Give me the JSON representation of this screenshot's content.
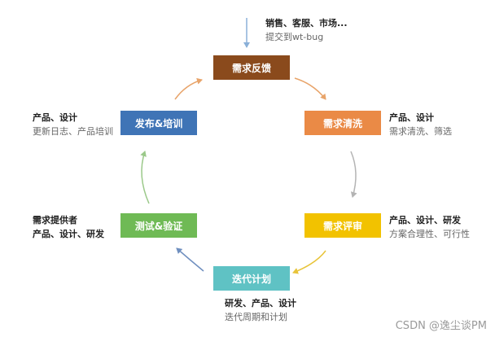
{
  "colors": {
    "feedback": "#8a4a1c",
    "cleanse": "#ea8a46",
    "review": "#f2c200",
    "iteration": "#5fc2c4",
    "test": "#6fba55",
    "release": "#3f74b6",
    "arrow_blue": "#8ab0d8",
    "arrow_orange": "#e8a46a",
    "arrow_gray": "#b4b4b4",
    "arrow_yellow": "#e8c43a",
    "arrow_steel": "#6f8fbf",
    "arrow_green": "#9bc98a"
  },
  "nodes": {
    "feedback": "需求反馈",
    "cleanse": "需求清洗",
    "review": "需求评审",
    "iteration": "迭代计划",
    "test": "测试&验证",
    "release": "发布&培训"
  },
  "notes": {
    "top": {
      "main": "销售、客服、市场...",
      "sub": "提交到wt-bug"
    },
    "cleanse": {
      "main": "产品、设计",
      "sub": "需求清洗、筛选"
    },
    "review": {
      "main": "产品、设计、研发",
      "sub": "方案合理性、可行性"
    },
    "iteration": {
      "main": "研发、产品、设计",
      "sub": "迭代周期和计划"
    },
    "test": {
      "main": "需求提供者",
      "sub": "产品、设计、研发"
    },
    "release": {
      "main": "产品、设计",
      "sub": "更新日志、产品培训"
    }
  },
  "watermark": "CSDN @逸尘谈PM"
}
